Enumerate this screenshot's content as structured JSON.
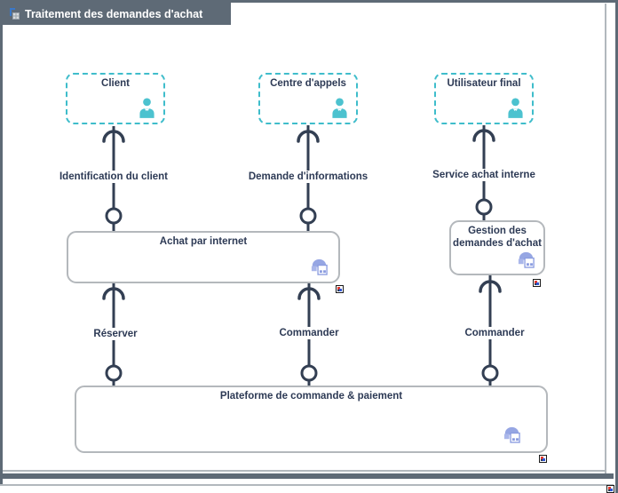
{
  "window": {
    "title": "Traitement des demandes d'achat"
  },
  "diagram": {
    "actors": [
      {
        "label": "Client"
      },
      {
        "label": "Centre d'appels"
      },
      {
        "label": "Utilisateur final"
      }
    ],
    "top_interfaces": [
      "Identification du client",
      "Demande d'informations",
      "Service achat interne"
    ],
    "applications": [
      {
        "label": "Achat par internet"
      },
      {
        "label": "Gestion des demandes d'achat"
      },
      {
        "label": "Plateforme de commande & paiement"
      }
    ],
    "mid_interfaces": [
      "Réserver",
      "Commander",
      "Commander"
    ]
  },
  "colors": {
    "titlebar": "#5e6a76",
    "frame": "#5e6a76",
    "hairline": "#b2b8bd",
    "teal": "#3fbdcb",
    "navy": "#2d3a55",
    "connector": "#333f53",
    "boxborder": "#b4b8bc",
    "appicon": "#8b9ce0",
    "appiconlight": "#aab7ea",
    "badgered": "#e03a2f",
    "badgeblue": "#2f55d4"
  }
}
